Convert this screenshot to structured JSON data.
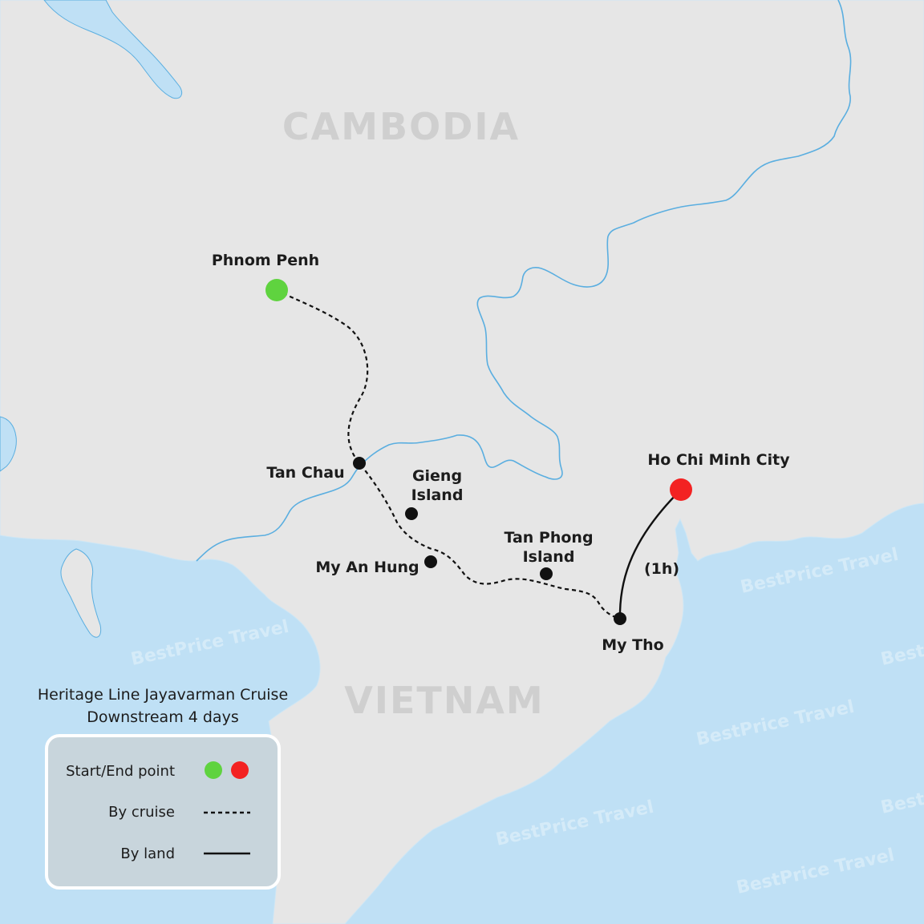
{
  "countries": {
    "north": "CAMBODIA",
    "south": "VIETNAM"
  },
  "places": {
    "phnom_penh": "Phnom Penh",
    "tan_chau": "Tan Chau",
    "gieng_island": [
      "Gieng",
      "Island"
    ],
    "my_an_hung": "My An Hung",
    "tan_phong_island": [
      "Tan Phong",
      "Island"
    ],
    "my_tho": "My Tho",
    "ho_chi_minh_city": "Ho Chi Minh City"
  },
  "duration_label": "(1h)",
  "title": {
    "line1": "Heritage Line Jayavarman Cruise",
    "line2": "Downstream 4 days"
  },
  "legend": {
    "start_end": "Start/End point",
    "by_cruise": "By cruise",
    "by_land": "By land"
  },
  "watermark": "BestPrice Travel",
  "colors": {
    "sea": "#bfe0f5",
    "land": "#e6e6e6",
    "river": "#5aaee0",
    "start": "#5fd33f",
    "end": "#f32222",
    "stop": "#111111",
    "legend_bg": "#c8d5dc"
  }
}
